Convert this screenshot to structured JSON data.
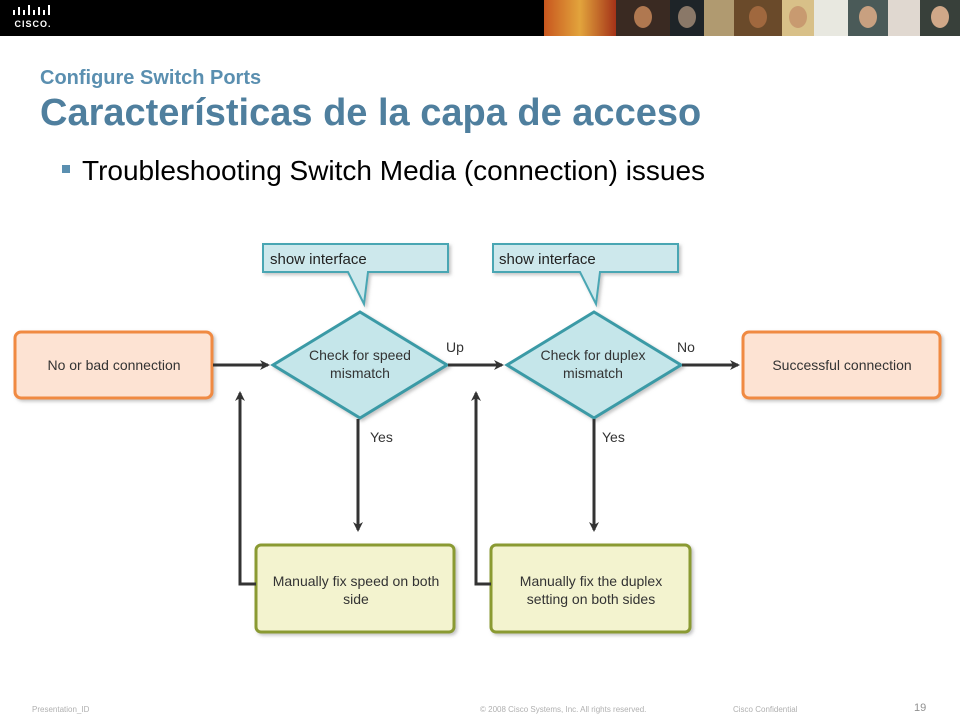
{
  "header": {
    "logo_text": "CISCO.",
    "banner_description": "photo-strip"
  },
  "slide": {
    "section": "Configure Switch Ports",
    "title": "Características de la capa de acceso",
    "bullet": "Troubleshooting Switch Media (connection) issues"
  },
  "flowchart": {
    "start": "No or bad connection",
    "check_speed": [
      "Check for speed",
      "mismatch"
    ],
    "check_duplex": [
      "Check for duplex",
      "mismatch"
    ],
    "end": "Successful connection",
    "callout_speed": "show interface",
    "callout_duplex": "show interface",
    "label_up": "Up",
    "label_no": "No",
    "label_yes_speed": "Yes",
    "label_yes_duplex": "Yes",
    "fix_speed": [
      "Manually fix speed on both",
      "side"
    ],
    "fix_duplex": [
      "Manually fix the duplex",
      "setting on both sides"
    ]
  },
  "colors": {
    "start_end_fill": "#fde3d3",
    "start_end_stroke": "#f08a42",
    "decision_fill": "#c5e6ea",
    "decision_stroke": "#3a9aa6",
    "fix_fill": "#f3f3cf",
    "fix_stroke": "#8a9a30",
    "callout_fill": "#cde8ec",
    "callout_stroke": "#4aa6b3",
    "arrow": "#333333"
  },
  "footer": {
    "presentation_id": "Presentation_ID",
    "copyright": "© 2008 Cisco Systems, Inc. All rights reserved.",
    "confidential": "Cisco Confidential",
    "page_number": "19"
  }
}
